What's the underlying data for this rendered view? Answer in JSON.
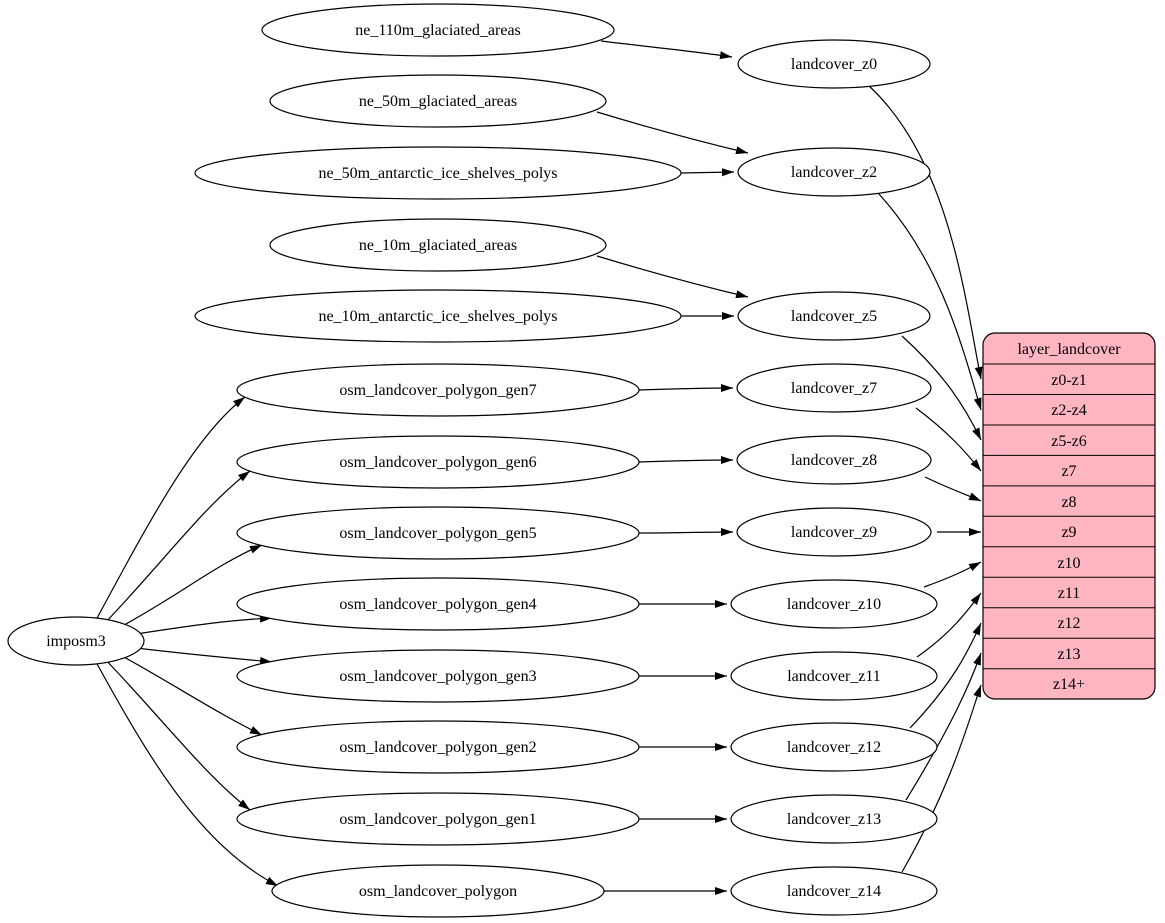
{
  "diagram": {
    "background_color": "#ffffff",
    "edge_color": "#000000",
    "node_fill": "#ffffff",
    "node_stroke": "#000000",
    "root": {
      "label": "imposm3"
    },
    "ne_sources": [
      {
        "label": "ne_110m_glaciated_areas"
      },
      {
        "label": "ne_50m_glaciated_areas"
      },
      {
        "label": "ne_50m_antarctic_ice_shelves_polys"
      },
      {
        "label": "ne_10m_glaciated_areas"
      },
      {
        "label": "ne_10m_antarctic_ice_shelves_polys"
      }
    ],
    "osm_sources": [
      {
        "label": "osm_landcover_polygon_gen7"
      },
      {
        "label": "osm_landcover_polygon_gen6"
      },
      {
        "label": "osm_landcover_polygon_gen5"
      },
      {
        "label": "osm_landcover_polygon_gen4"
      },
      {
        "label": "osm_landcover_polygon_gen3"
      },
      {
        "label": "osm_landcover_polygon_gen2"
      },
      {
        "label": "osm_landcover_polygon_gen1"
      },
      {
        "label": "osm_landcover_polygon"
      }
    ],
    "intermediates": [
      {
        "label": "landcover_z0"
      },
      {
        "label": "landcover_z2"
      },
      {
        "label": "landcover_z5"
      },
      {
        "label": "landcover_z7"
      },
      {
        "label": "landcover_z8"
      },
      {
        "label": "landcover_z9"
      },
      {
        "label": "landcover_z10"
      },
      {
        "label": "landcover_z11"
      },
      {
        "label": "landcover_z12"
      },
      {
        "label": "landcover_z13"
      },
      {
        "label": "landcover_z14"
      }
    ],
    "table": {
      "title": "layer_landcover",
      "fill_color": "#FFB6C1",
      "rows": [
        "z0-z1",
        "z2-z4",
        "z5-z6",
        "z7",
        "z8",
        "z9",
        "z10",
        "z11",
        "z12",
        "z13",
        "z14+"
      ]
    },
    "edges": [
      {
        "from": "imposm3",
        "to": "osm_landcover_polygon_gen7"
      },
      {
        "from": "imposm3",
        "to": "osm_landcover_polygon_gen6"
      },
      {
        "from": "imposm3",
        "to": "osm_landcover_polygon_gen5"
      },
      {
        "from": "imposm3",
        "to": "osm_landcover_polygon_gen4"
      },
      {
        "from": "imposm3",
        "to": "osm_landcover_polygon_gen3"
      },
      {
        "from": "imposm3",
        "to": "osm_landcover_polygon_gen2"
      },
      {
        "from": "imposm3",
        "to": "osm_landcover_polygon_gen1"
      },
      {
        "from": "imposm3",
        "to": "osm_landcover_polygon"
      },
      {
        "from": "ne_110m_glaciated_areas",
        "to": "landcover_z0"
      },
      {
        "from": "ne_50m_glaciated_areas",
        "to": "landcover_z2"
      },
      {
        "from": "ne_50m_antarctic_ice_shelves_polys",
        "to": "landcover_z2"
      },
      {
        "from": "ne_10m_glaciated_areas",
        "to": "landcover_z5"
      },
      {
        "from": "ne_10m_antarctic_ice_shelves_polys",
        "to": "landcover_z5"
      },
      {
        "from": "osm_landcover_polygon_gen7",
        "to": "landcover_z7"
      },
      {
        "from": "osm_landcover_polygon_gen6",
        "to": "landcover_z8"
      },
      {
        "from": "osm_landcover_polygon_gen5",
        "to": "landcover_z9"
      },
      {
        "from": "osm_landcover_polygon_gen4",
        "to": "landcover_z10"
      },
      {
        "from": "osm_landcover_polygon_gen3",
        "to": "landcover_z11"
      },
      {
        "from": "osm_landcover_polygon_gen2",
        "to": "landcover_z12"
      },
      {
        "from": "osm_landcover_polygon_gen1",
        "to": "landcover_z13"
      },
      {
        "from": "osm_landcover_polygon",
        "to": "landcover_z14"
      },
      {
        "from": "landcover_z0",
        "to": "layer_landcover.z0-z1"
      },
      {
        "from": "landcover_z2",
        "to": "layer_landcover.z2-z4"
      },
      {
        "from": "landcover_z5",
        "to": "layer_landcover.z5-z6"
      },
      {
        "from": "landcover_z7",
        "to": "layer_landcover.z7"
      },
      {
        "from": "landcover_z8",
        "to": "layer_landcover.z8"
      },
      {
        "from": "landcover_z9",
        "to": "layer_landcover.z9"
      },
      {
        "from": "landcover_z10",
        "to": "layer_landcover.z10"
      },
      {
        "from": "landcover_z11",
        "to": "layer_landcover.z11"
      },
      {
        "from": "landcover_z12",
        "to": "layer_landcover.z12"
      },
      {
        "from": "landcover_z13",
        "to": "layer_landcover.z13"
      },
      {
        "from": "landcover_z14",
        "to": "layer_landcover.z14+"
      }
    ]
  }
}
